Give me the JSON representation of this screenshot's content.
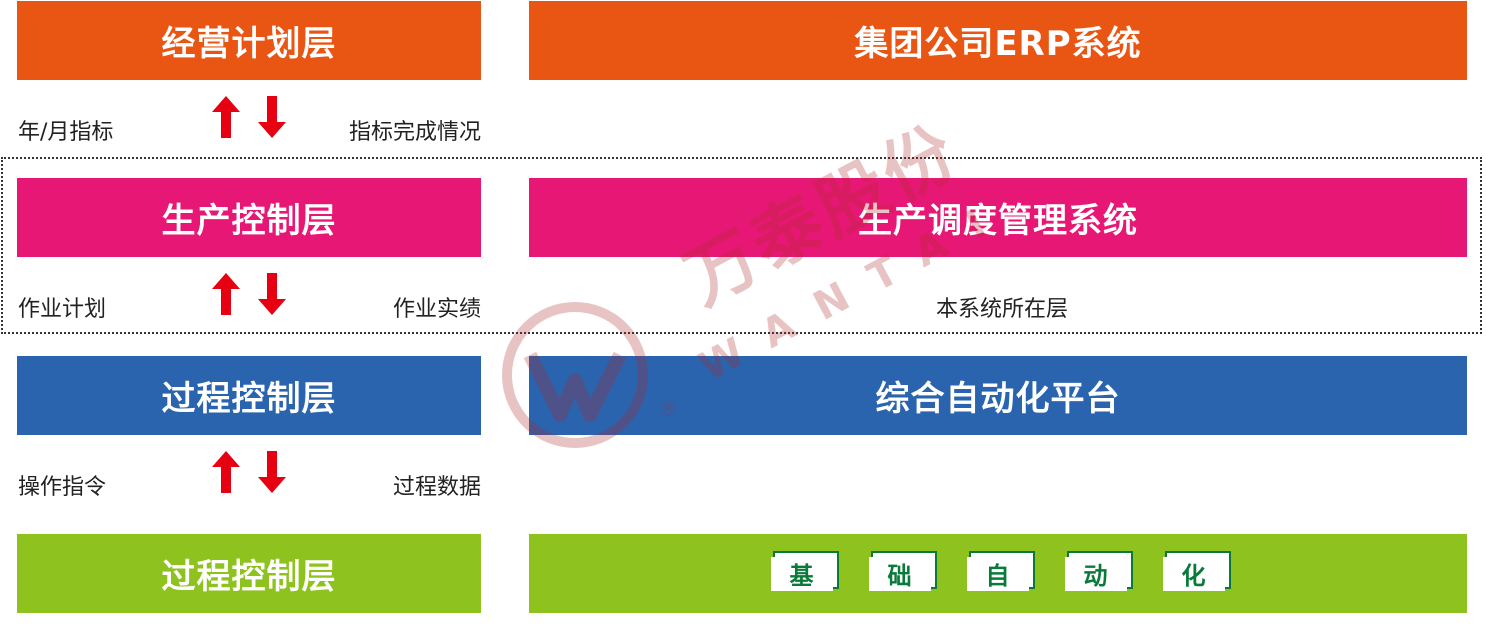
{
  "layers": {
    "row1": {
      "left_label": "经营计划层",
      "right_label": "集团公司ERP系统",
      "color": "#e95513"
    },
    "row2": {
      "left_label": "生产控制层",
      "right_label": "生产调度管理系统",
      "color": "#e71775"
    },
    "row3": {
      "left_label": "过程控制层",
      "right_label": "综合自动化平台",
      "color": "#2a63ae"
    },
    "row4": {
      "left_label": "过程控制层",
      "right_chips": [
        "基",
        "础",
        "自",
        "动",
        "化"
      ],
      "color": "#8dc21f"
    }
  },
  "flows": {
    "f1": {
      "down_label": "年/月指标",
      "up_label": "指标完成情况"
    },
    "f2": {
      "down_label": "作业计划",
      "up_label": "作业实绩"
    },
    "f3": {
      "down_label": "操作指令",
      "up_label": "过程数据"
    }
  },
  "highlight_note": "本系统所在层",
  "watermark": {
    "brand": "万泰股份",
    "sub": "WANTAI",
    "registered": "®"
  },
  "colors": {
    "arrow": "#e60012",
    "chip_text": "#0a7a3a"
  }
}
